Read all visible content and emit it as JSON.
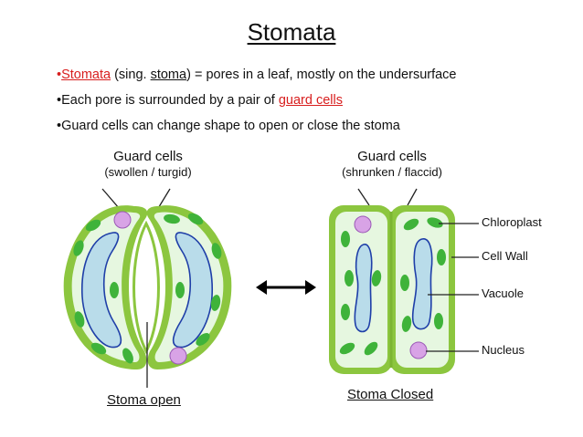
{
  "title": "Stomata",
  "bullets": {
    "b1": {
      "bullet": "•",
      "term": "Stomata",
      "mid": " (sing. ",
      "term2": "stoma",
      "rest": ") = pores in a leaf, mostly on the undersurface"
    },
    "b2": {
      "bullet": "•",
      "text": "Each pore is surrounded by a pair of ",
      "term": "guard cells"
    },
    "b3": {
      "bullet": "•",
      "text": "Guard cells can change shape to open or close the stoma"
    }
  },
  "left": {
    "heading": "Guard cells",
    "state": "(swollen / turgid)",
    "caption": "Stoma open"
  },
  "right": {
    "heading": "Guard cells",
    "state": "(shrunken / flaccid)",
    "caption": "Stoma Closed"
  },
  "labels": {
    "chloroplast": "Chloroplast",
    "cell_wall": "Cell Wall",
    "vacuole": "Vacuole",
    "nucleus": "Nucleus"
  },
  "colors": {
    "accent_red": "#d81e1e",
    "cell_wall": "#8cc63f",
    "cytoplasm": "#e6f7e0",
    "chloroplast": "#3fb33a",
    "vacuole_fill": "#b9dcea",
    "vacuole_stroke": "#1f3fa8",
    "nucleus": "#d8a3e6"
  },
  "icons": {
    "arrow": "double-headed-arrow-icon"
  }
}
